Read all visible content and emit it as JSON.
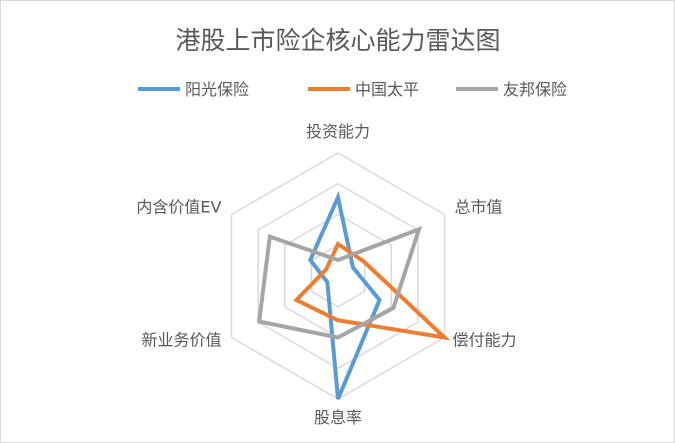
{
  "chart_data": {
    "type": "radar",
    "title": "港股上市险企核心能力雷达图",
    "axes": [
      "投资能力",
      "总市值",
      "偿付能力",
      "股息率",
      "新业务价值",
      "内含价值EV"
    ],
    "range": [
      0,
      1
    ],
    "grid_rings": 4,
    "legend_position": "top",
    "series": [
      {
        "name": "阳光保险",
        "color": "#5B9BD5",
        "values": [
          0.64,
          0.14,
          0.39,
          1.0,
          0.1,
          0.26
        ]
      },
      {
        "name": "中国太平",
        "color": "#ED7D31",
        "values": [
          0.26,
          0.24,
          1.0,
          0.36,
          0.39,
          0.11
        ]
      },
      {
        "name": "友邦保险",
        "color": "#A5A5A5",
        "values": [
          0.13,
          0.76,
          0.52,
          0.5,
          0.74,
          0.64
        ]
      }
    ]
  }
}
